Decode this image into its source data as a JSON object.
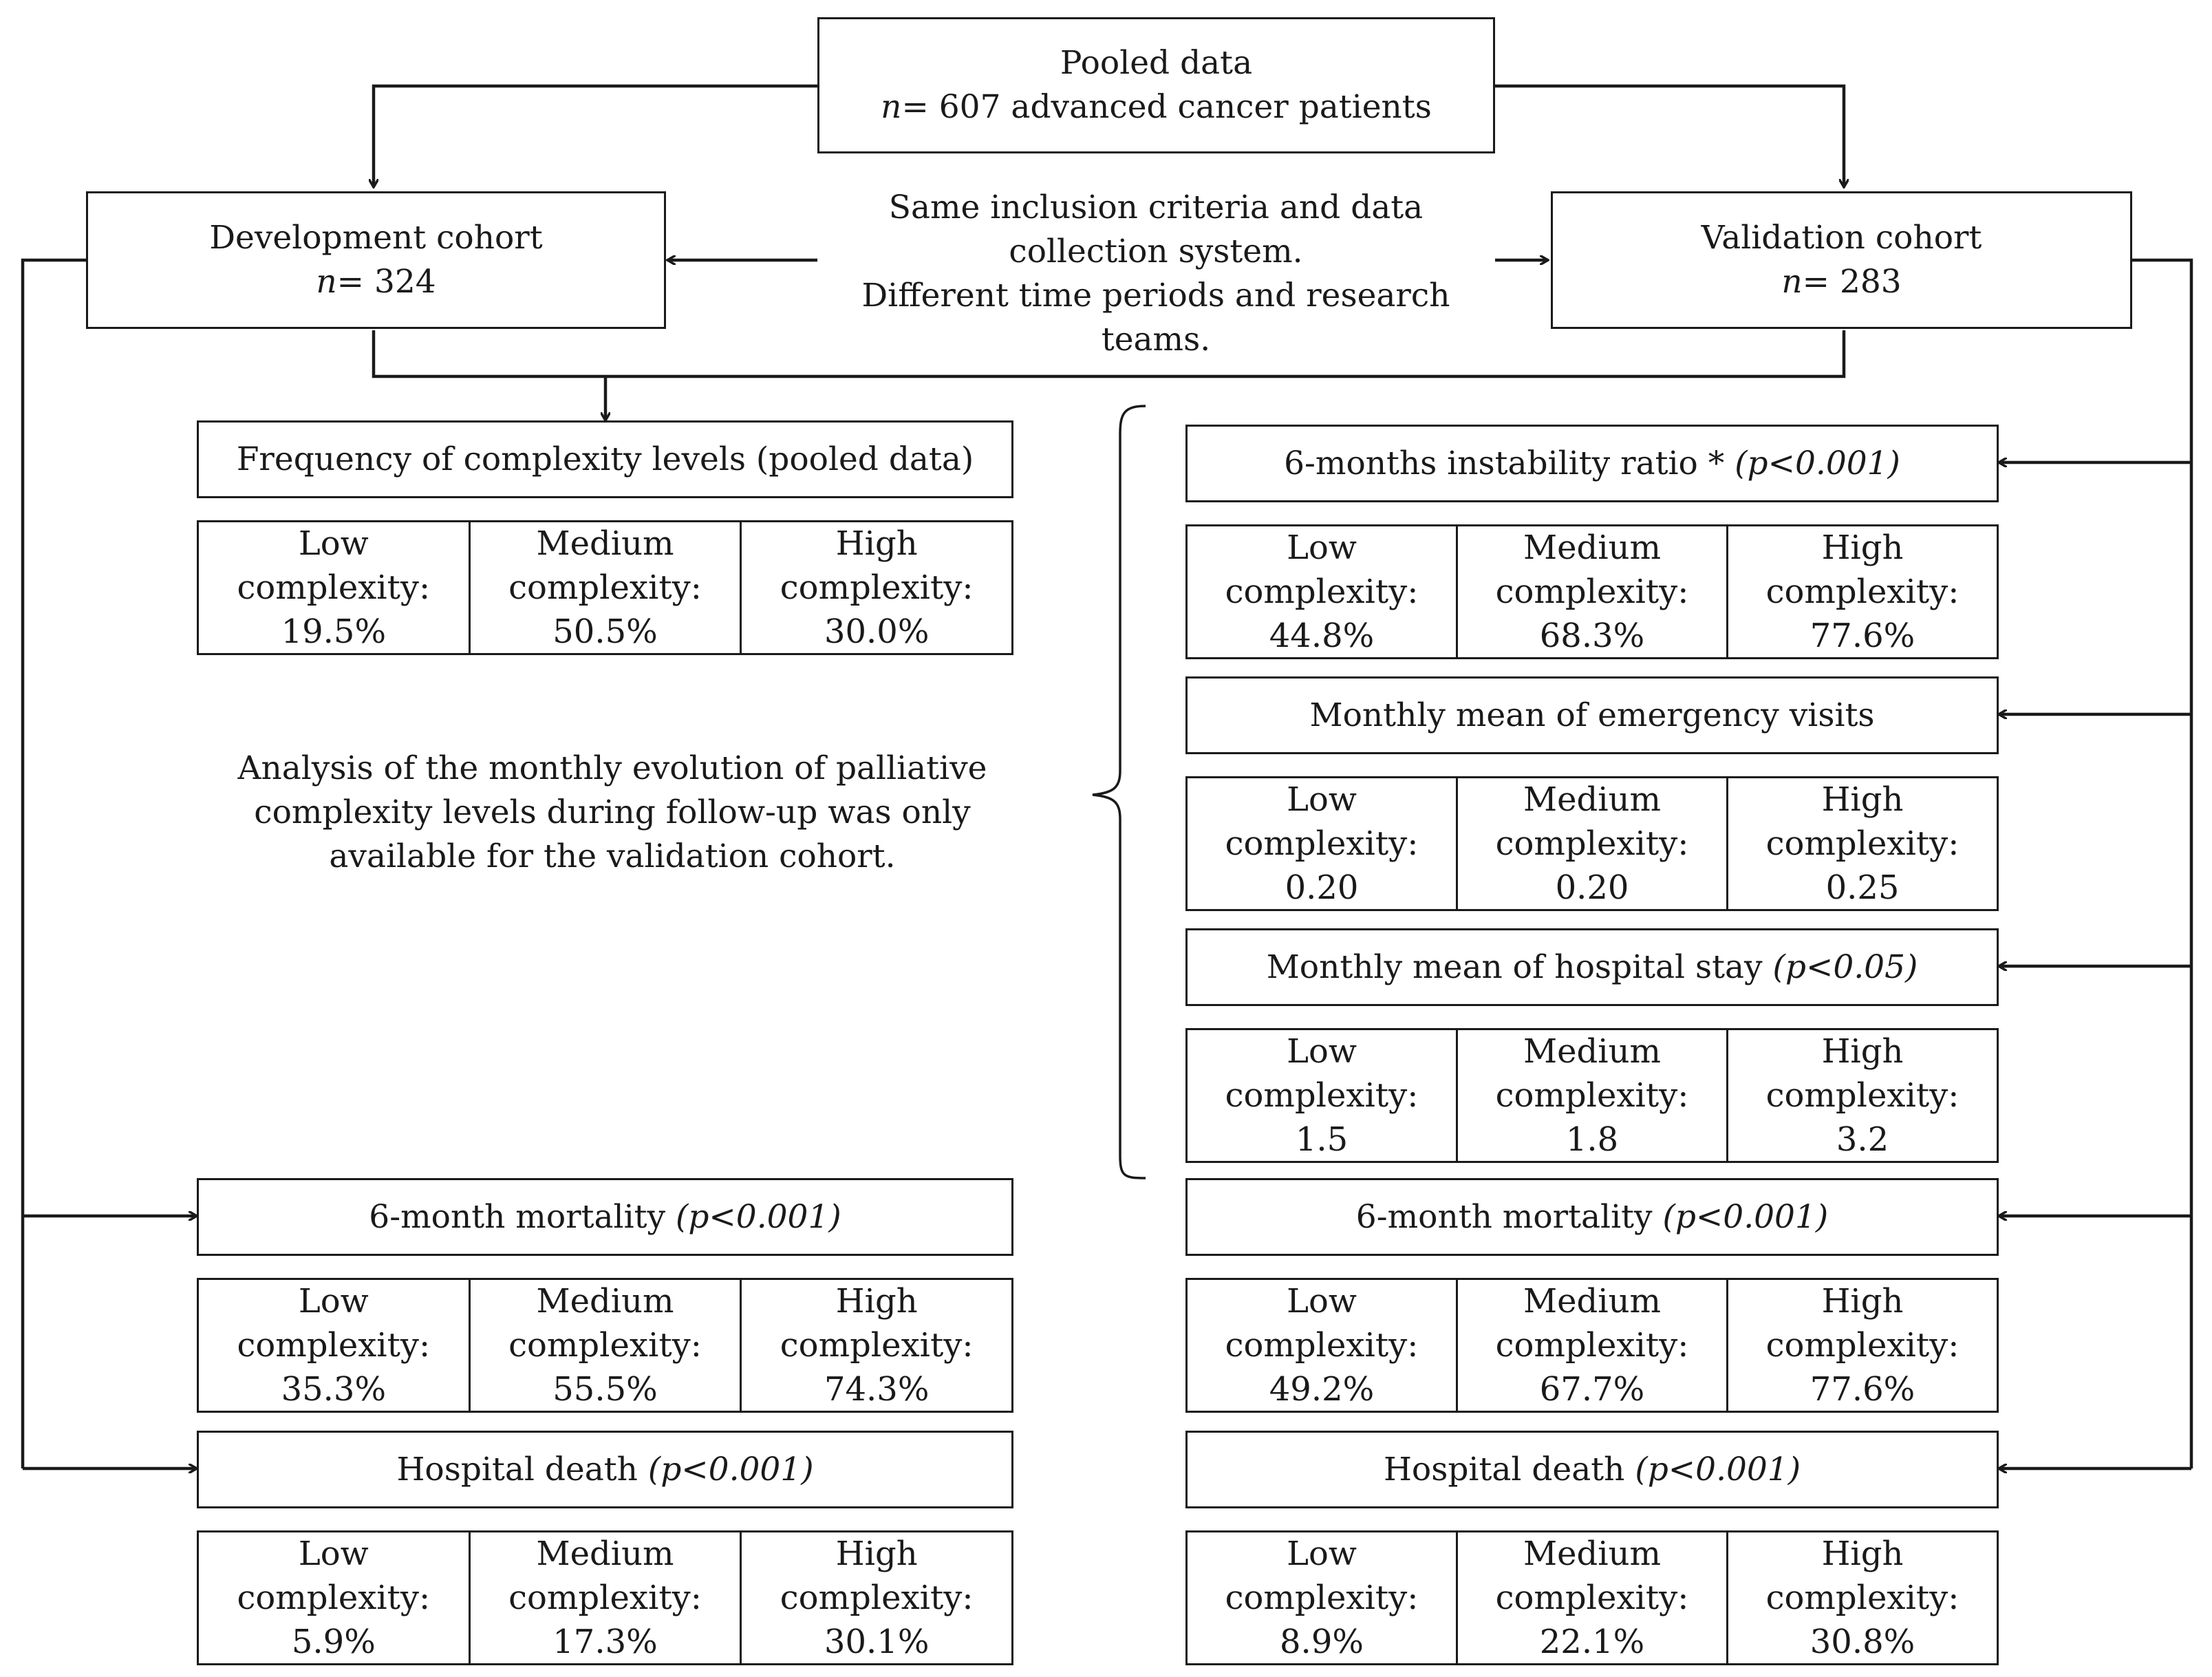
{
  "pooled": {
    "title": "Pooled data",
    "n_prefix": "n",
    "n_suffix": "=  607 advanced cancer patients"
  },
  "development": {
    "title": "Development cohort",
    "n_prefix": "n",
    "n_suffix": "= 324"
  },
  "validation": {
    "title": "Validation cohort",
    "n_prefix": "n",
    "n_suffix": "= 283"
  },
  "criteria_note": [
    "Same inclusion criteria and data",
    "collection system.",
    "Different time periods and research",
    "teams."
  ],
  "analysis_note": [
    "Analysis of the monthly evolution of palliative",
    "complexity levels during follow-up was only",
    "available for the validation cohort."
  ],
  "level_labels": [
    "Low",
    "Medium",
    "High"
  ],
  "complexity_word": "complexity:",
  "sections": {
    "frequency": {
      "title": "Frequency of complexity levels (pooled data)",
      "p": "",
      "values": [
        "19.5%",
        "50.5%",
        "30.0%"
      ]
    },
    "dev_mortality": {
      "title": "6-month mortality ",
      "p": "(p<0.001)",
      "values": [
        "35.3%",
        "55.5%",
        "74.3%"
      ]
    },
    "dev_death": {
      "title": "Hospital death ",
      "p": "(p<0.001)",
      "values": [
        "5.9%",
        "17.3%",
        "30.1%"
      ]
    },
    "instability": {
      "title": "6-months instability ratio * ",
      "p": "(p<0.001)",
      "values": [
        "44.8%",
        "68.3%",
        "77.6%"
      ]
    },
    "emergency": {
      "title": "Monthly mean of emergency visits",
      "p": "",
      "values": [
        "0.20",
        "0.20",
        "0.25"
      ]
    },
    "hospital_stay": {
      "title": "Monthly mean of hospital stay ",
      "p": "(p<0.05)",
      "values": [
        "1.5",
        "1.8",
        "3.2"
      ]
    },
    "val_mortality": {
      "title": "6-month mortality ",
      "p": "(p<0.001)",
      "values": [
        "49.2%",
        "67.7%",
        "77.6%"
      ]
    },
    "val_death": {
      "title": "Hospital death ",
      "p": "(p<0.001)",
      "values": [
        "8.9%",
        "22.1%",
        "30.8%"
      ]
    }
  }
}
